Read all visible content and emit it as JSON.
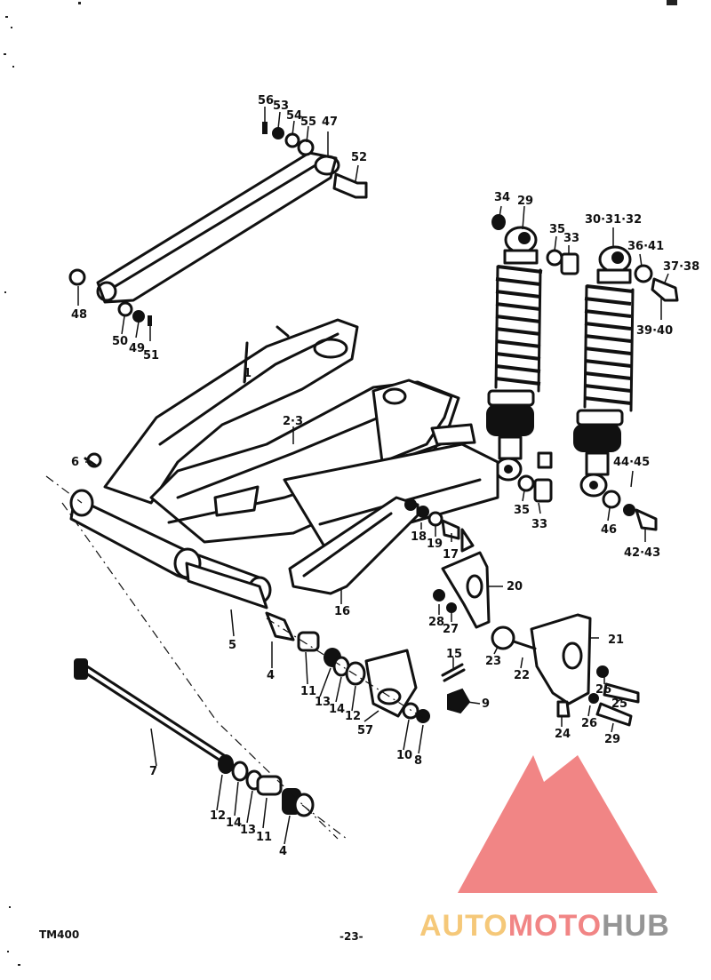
{
  "diagram": {
    "callouts": {
      "c56": "56",
      "c53a": "53",
      "c54": "54",
      "c55": "55",
      "c47": "47",
      "c52": "52",
      "c48": "48",
      "c50": "50",
      "c49": "49",
      "c51": "51",
      "c34": "34",
      "c29a": "29",
      "c35a": "35",
      "c33a": "33",
      "c30_31_32": "30·31·32",
      "c36_41": "36·41",
      "c37_38": "37·38",
      "c39_40": "39·40",
      "c1": "1",
      "c2_3": "2·3",
      "c6": "6",
      "c44_45": "44·45",
      "c46": "46",
      "c42_43": "42·43",
      "c35b": "35",
      "c33b": "33",
      "c18": "18",
      "c19": "19",
      "c17": "17",
      "c16": "16",
      "c20": "20",
      "c28": "28",
      "c27": "27",
      "c21": "21",
      "c23": "23",
      "c22": "22",
      "c15": "15",
      "c9": "9",
      "c26a": "26",
      "c25": "25",
      "c24": "24",
      "c26b": "26",
      "c29b": "29",
      "c5": "5",
      "c4a": "4",
      "c11a": "11",
      "c13a": "13",
      "c14a": "14",
      "c12a": "12",
      "c57": "57",
      "c10": "10",
      "c8": "8",
      "c7": "7",
      "c12b": "12",
      "c14b": "14",
      "c13b": "13",
      "c11b": "11",
      "c4b": "4"
    }
  },
  "footer": {
    "model_code": "TM400",
    "page_number": "-23-"
  },
  "watermark": {
    "brand_auto": "AUTO",
    "brand_moto": "MOTO",
    "brand_hub": "HUB",
    "colors": {
      "triangle": "#f07878",
      "auto": "#f5c36b",
      "moto": "#f07878",
      "hub": "#8a8a8a"
    }
  }
}
